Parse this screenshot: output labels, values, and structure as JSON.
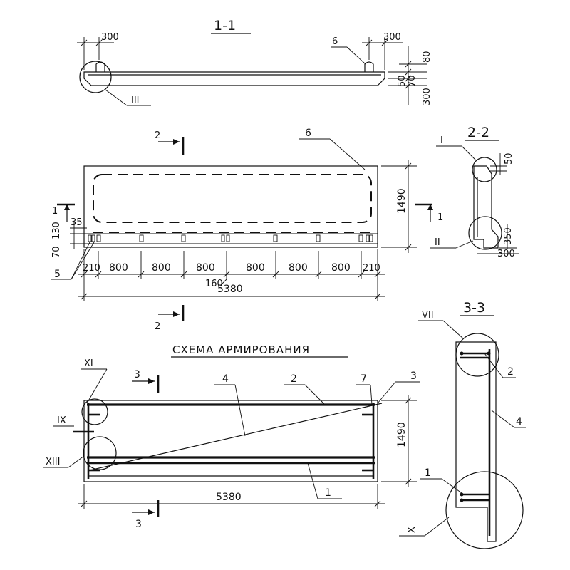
{
  "section_1_1": {
    "title": "1-1",
    "dims": [
      "300",
      "300",
      "80",
      "50",
      "70",
      "300"
    ],
    "callout_6": "6",
    "callout_III": "III"
  },
  "plan": {
    "section_arrow_top": "2",
    "section_arrow_bottom": "2",
    "section_arrow_left": "1",
    "section_arrow_right": "1",
    "callout_6": "6",
    "callout_5": "5",
    "dim_height": "1490",
    "left_dims": [
      "35",
      "130",
      "70"
    ],
    "spacing": [
      "210",
      "800",
      "800",
      "800",
      "800",
      "800",
      "800",
      "210"
    ],
    "dim_160": "160",
    "dim_total": "5380"
  },
  "section_2_2": {
    "title": "2-2",
    "callout_I": "I",
    "callout_II": "II",
    "dims": [
      "50",
      "350",
      "300"
    ]
  },
  "reinforcement": {
    "title": "СХЕМА АРМИРОВАНИЯ",
    "section_arrow_top": "3",
    "section_arrow_bottom": "3",
    "callouts": [
      "XI",
      "IX",
      "XIII",
      "4",
      "2",
      "7",
      "3",
      "1"
    ],
    "dim_height": "1490",
    "dim_total": "5380"
  },
  "section_3_3": {
    "title": "3-3",
    "callout_VII": "VII",
    "callout_X": "X",
    "callout_2": "2",
    "callout_4": "4",
    "callout_1": "1"
  }
}
